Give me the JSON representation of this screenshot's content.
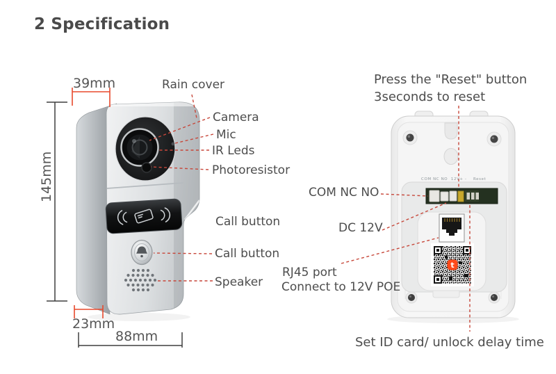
{
  "title": "2 Specification",
  "front_view": {
    "dimensions": {
      "top_width": "39mm",
      "height": "145mm",
      "bottom_inset": "23mm",
      "total_width": "88mm"
    },
    "labels": {
      "rain_cover": "Rain cover",
      "camera": "Camera",
      "mic": "Mic",
      "ir_leds": "IR Leds",
      "photoresistor": "Photoresistor",
      "call_button_upper": "Call button",
      "call_button_lower": "Call button",
      "speaker": "Speaker"
    }
  },
  "back_view": {
    "labels": {
      "reset_line1": "Press the \"Reset\" button",
      "reset_line2": "3seconds to reset",
      "com_nc_no": "COM NC NO",
      "dc_12v": "DC 12V",
      "rj45_line1": "RJ45 port",
      "rj45_line2": "Connect to 12V POE",
      "set_id_card": "Set ID card/ unlock delay time"
    },
    "pcb_print": "COM NC NO  12V+ -    Reset",
    "qr_logo_letter": "t"
  },
  "colors": {
    "dimension_red": "#e8492c",
    "leader_red": "#c7473a",
    "dimension_dark": "#3f3f3f",
    "label_text": "#4d4d4d",
    "tuya_orange": "#ff4a1a"
  }
}
